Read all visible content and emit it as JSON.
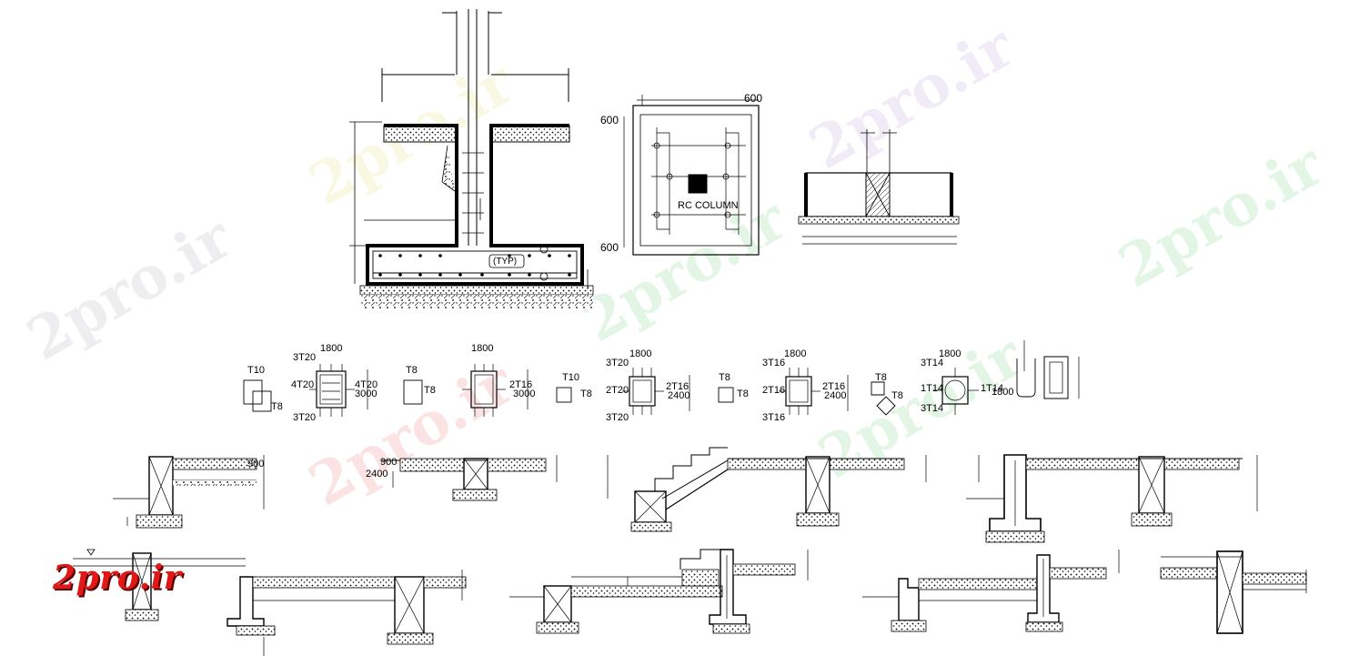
{
  "watermark": "2pro.ir",
  "logo": "2pro.ir",
  "footing": {
    "typ_label": "(TYP)"
  },
  "column_plan": {
    "dim_top": "600",
    "dim_left_top": "600",
    "dim_left_bottom": "600",
    "label": "RC COLUMN"
  },
  "beam_sections": [
    {
      "top": "3T20",
      "width": "1800",
      "bottom": "3T20",
      "side_left": "4T20",
      "side_right": "4T20",
      "depth": "3000"
    },
    {
      "top": "",
      "width": "1800",
      "bottom": "",
      "side_left": "",
      "side_right": "2T16",
      "depth": "3000"
    },
    {
      "top": "3T20",
      "width": "1800",
      "bottom": "3T20",
      "side_left": "2T20",
      "side_right": "2T16",
      "depth": "2400"
    },
    {
      "top": "3T16",
      "width": "1800",
      "bottom": "3T16",
      "side_left": "2T16",
      "side_right": "2T16",
      "depth": "2400"
    },
    {
      "top": "3T14",
      "width": "1800",
      "bottom": "3T14",
      "side_left": "1T14",
      "side_right": "1T14",
      "depth": "1800"
    }
  ],
  "stirrups": [
    {
      "top": "T10",
      "bottom": "T8"
    },
    {
      "top": "T8",
      "bottom": "T8"
    },
    {
      "top": "T10",
      "bottom": "T8"
    },
    {
      "top": "T8",
      "bottom": "T8"
    },
    {
      "top": "T8",
      "bottom": "T8"
    }
  ],
  "dims": {
    "d900a": "900",
    "d900b": "900",
    "d2400": "2400"
  },
  "colors": {
    "line": "#000000",
    "logo": "#e01818"
  }
}
